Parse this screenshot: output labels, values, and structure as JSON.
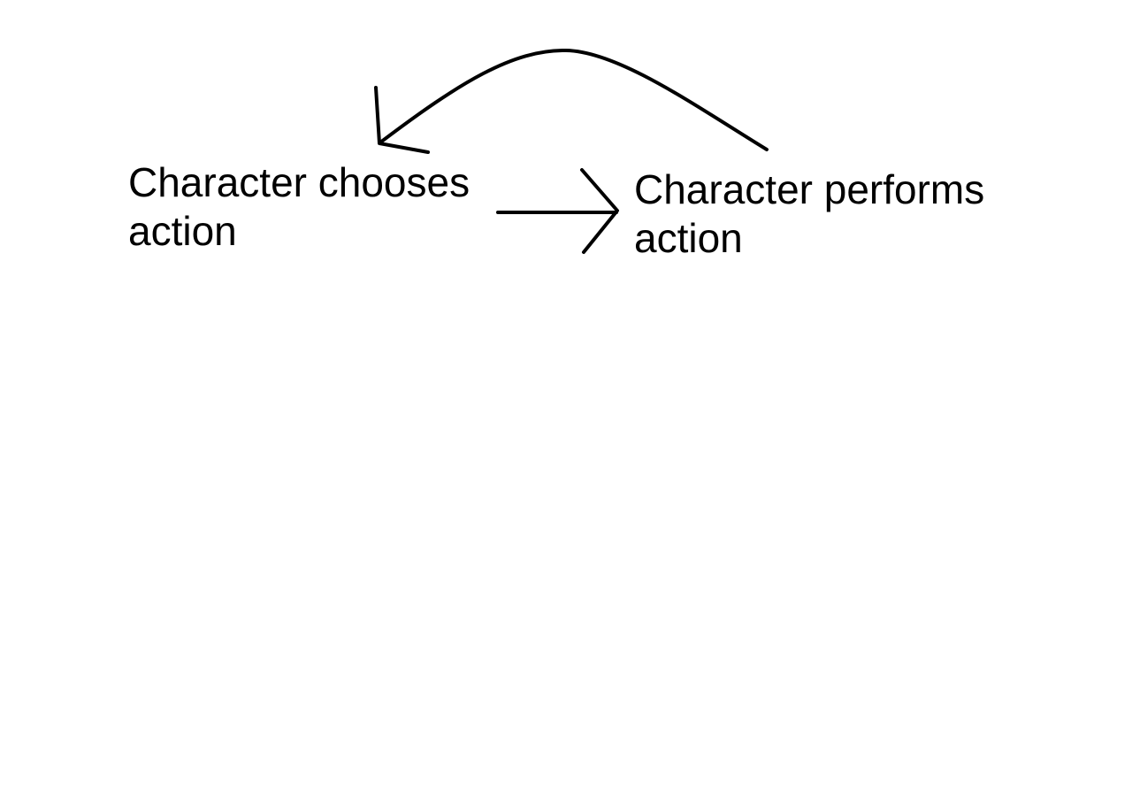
{
  "diagram": {
    "nodes": {
      "choose": {
        "line1": "Character chooses",
        "line2": "action"
      },
      "perform": {
        "line1": "Character performs",
        "line2": "action"
      }
    },
    "edges": [
      {
        "from": "choose",
        "to": "perform"
      },
      {
        "from": "perform",
        "to": "choose"
      }
    ]
  },
  "colors": {
    "background": "#ffffff",
    "ink": "#000000"
  }
}
